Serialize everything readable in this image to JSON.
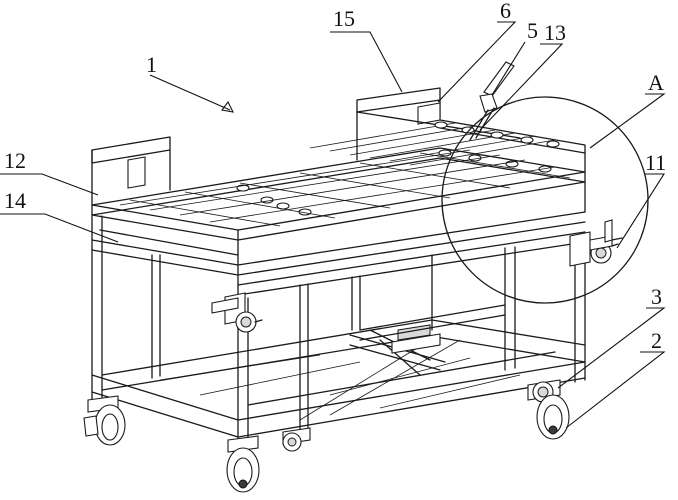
{
  "labels": {
    "l1": "1",
    "l12": "12",
    "l14": "14",
    "l15": "15",
    "l6": "6",
    "l5": "5",
    "l13": "13",
    "lA": "A",
    "l11": "11",
    "l3": "3",
    "l2": "2"
  }
}
